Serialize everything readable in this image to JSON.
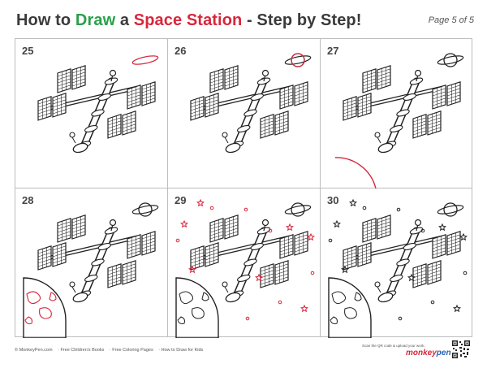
{
  "header": {
    "title_part1": "How to ",
    "title_part2": "Draw",
    "title_part3": " a ",
    "title_part4": "Space Station",
    "title_part5": " - Step by Step!",
    "page_indicator": "Page 5 of 5"
  },
  "steps": [
    {
      "number": "25"
    },
    {
      "number": "26"
    },
    {
      "number": "27"
    },
    {
      "number": "28"
    },
    {
      "number": "29"
    },
    {
      "number": "30"
    }
  ],
  "footer": {
    "links": [
      "© MonkeyPen.com",
      "· Free Children's Books",
      "· Free Coloring Pages",
      "· How to Draw for Kids"
    ],
    "scan_text": "Scan the QR code & upload your work.",
    "logo_part1": "monkey",
    "logo_part2": "pen"
  },
  "colors": {
    "accent_green": "#2aa04a",
    "accent_red": "#d8263b",
    "line": "#222222"
  }
}
